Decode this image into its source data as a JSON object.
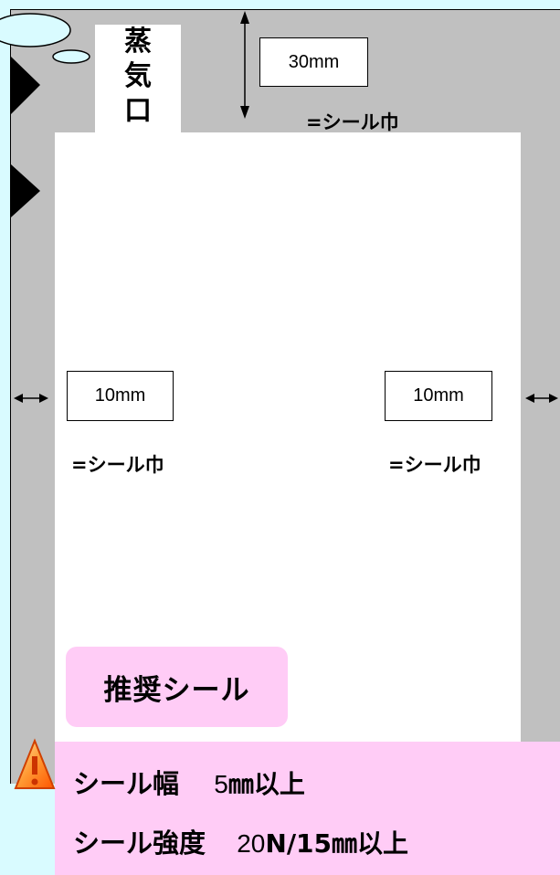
{
  "steam_vent": {
    "chars": [
      "蒸",
      "気",
      "口"
    ]
  },
  "top_seal": {
    "width": "30mm",
    "caption": "=シール巾"
  },
  "left_seal": {
    "width": "10mm",
    "caption": "=シール巾"
  },
  "right_seal": {
    "width": "10mm",
    "caption": "=シール巾"
  },
  "recommended_badge": "推奨シール",
  "specs": {
    "width_label": "シール幅",
    "width_value_num": "5",
    "width_value_unit": "㎜以上",
    "strength_label": "シール強度",
    "strength_value_num": "20",
    "strength_value_mid": "N/15",
    "strength_value_unit": "㎜以上"
  },
  "colors": {
    "background": "#d9fbff",
    "pouch": "#c0c0c0",
    "highlight": "#ffccf6",
    "warning": "#ff6600"
  },
  "icons": [
    "warning-triangle-icon",
    "notch-triangle-icon",
    "oval-icon"
  ]
}
